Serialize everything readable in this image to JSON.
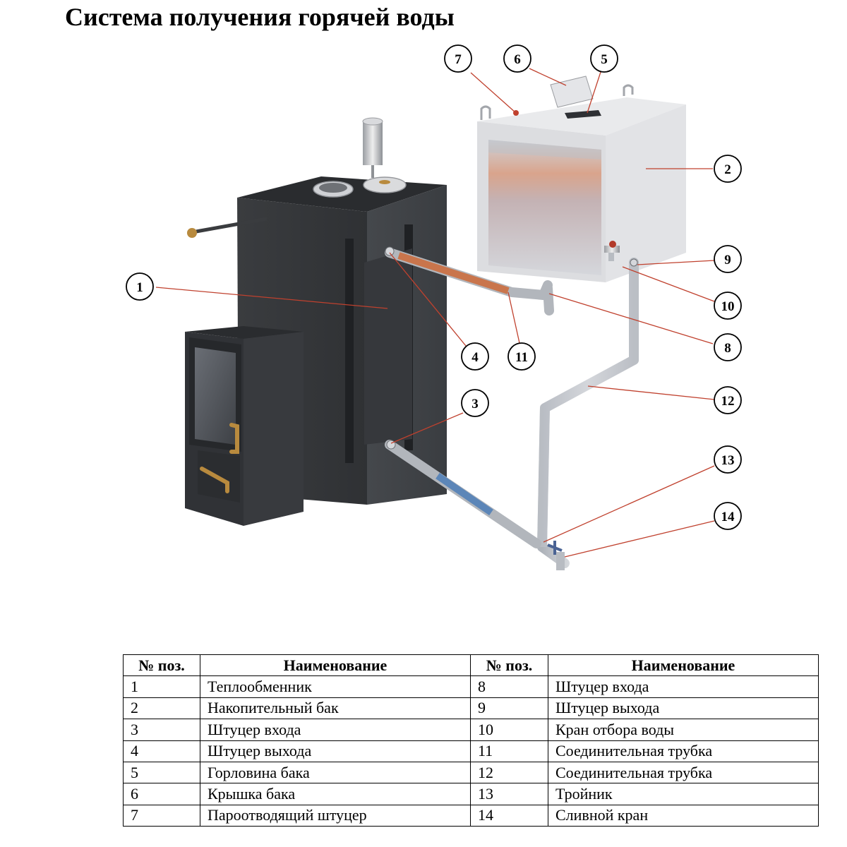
{
  "title": "Система получения горячей воды",
  "callouts": [
    "1",
    "2",
    "3",
    "4",
    "5",
    "6",
    "7",
    "8",
    "9",
    "10",
    "11",
    "12",
    "13",
    "14"
  ],
  "table": {
    "headers": [
      "№ поз.",
      "Наименование",
      "№ поз.",
      "Наименование"
    ],
    "rows": [
      [
        "1",
        "Теплообменник",
        "8",
        "Штуцер входа"
      ],
      [
        "2",
        "Накопительный бак",
        "9",
        "Штуцер выхода"
      ],
      [
        "3",
        "Штуцер входа",
        "10",
        "Кран отбора воды"
      ],
      [
        "4",
        "Штуцер выхода",
        "11",
        "Соединительная трубка"
      ],
      [
        "5",
        "Горловина бака",
        "12",
        "Соединительная трубка"
      ],
      [
        "6",
        "Крышка бака",
        "13",
        "Тройник"
      ],
      [
        "7",
        "Пароотводящий штуцер",
        "14",
        "Сливной кран"
      ]
    ]
  },
  "colors": {
    "stove": "#3b3d40",
    "tank": "#dcdde0",
    "hot_pipe": "#c9754c",
    "cold_pipe": "#5c86b8",
    "brass": "#b88a3e"
  }
}
